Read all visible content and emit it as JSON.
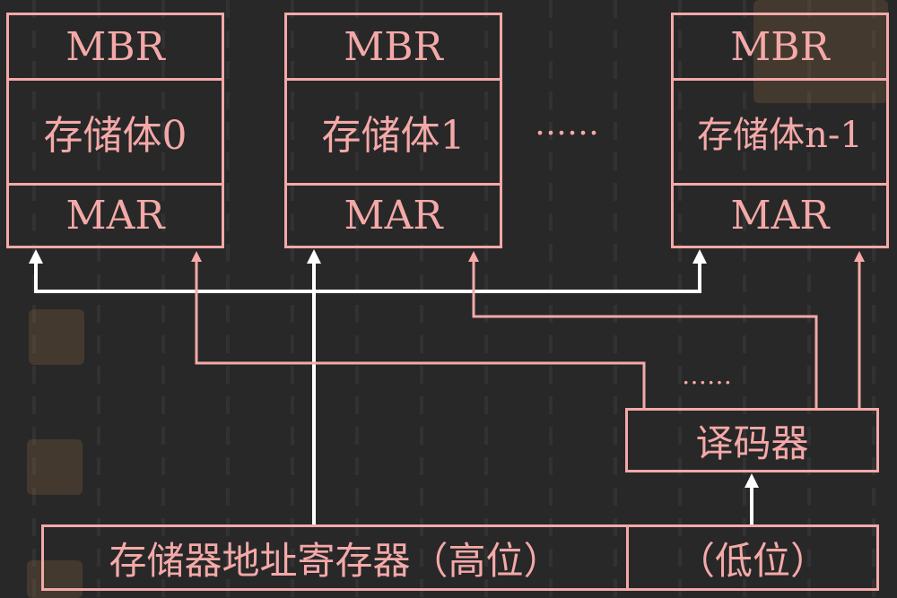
{
  "colors": {
    "background": "#282828",
    "pink": "#f4a9a8",
    "white": "#ffffff"
  },
  "modules": [
    {
      "top": "MBR",
      "body": "存储体0",
      "bottom": "MAR"
    },
    {
      "top": "MBR",
      "body": "存储体1",
      "bottom": "MAR"
    },
    {
      "top": "MBR",
      "body": "存储体n-1",
      "bottom": "MAR"
    }
  ],
  "ellipsis_modules": "……",
  "ellipsis_lines": "……",
  "decoder": {
    "label": "译码器"
  },
  "address_register": {
    "high_label": "存储器地址寄存器（高位）",
    "low_label": "（低位）"
  }
}
